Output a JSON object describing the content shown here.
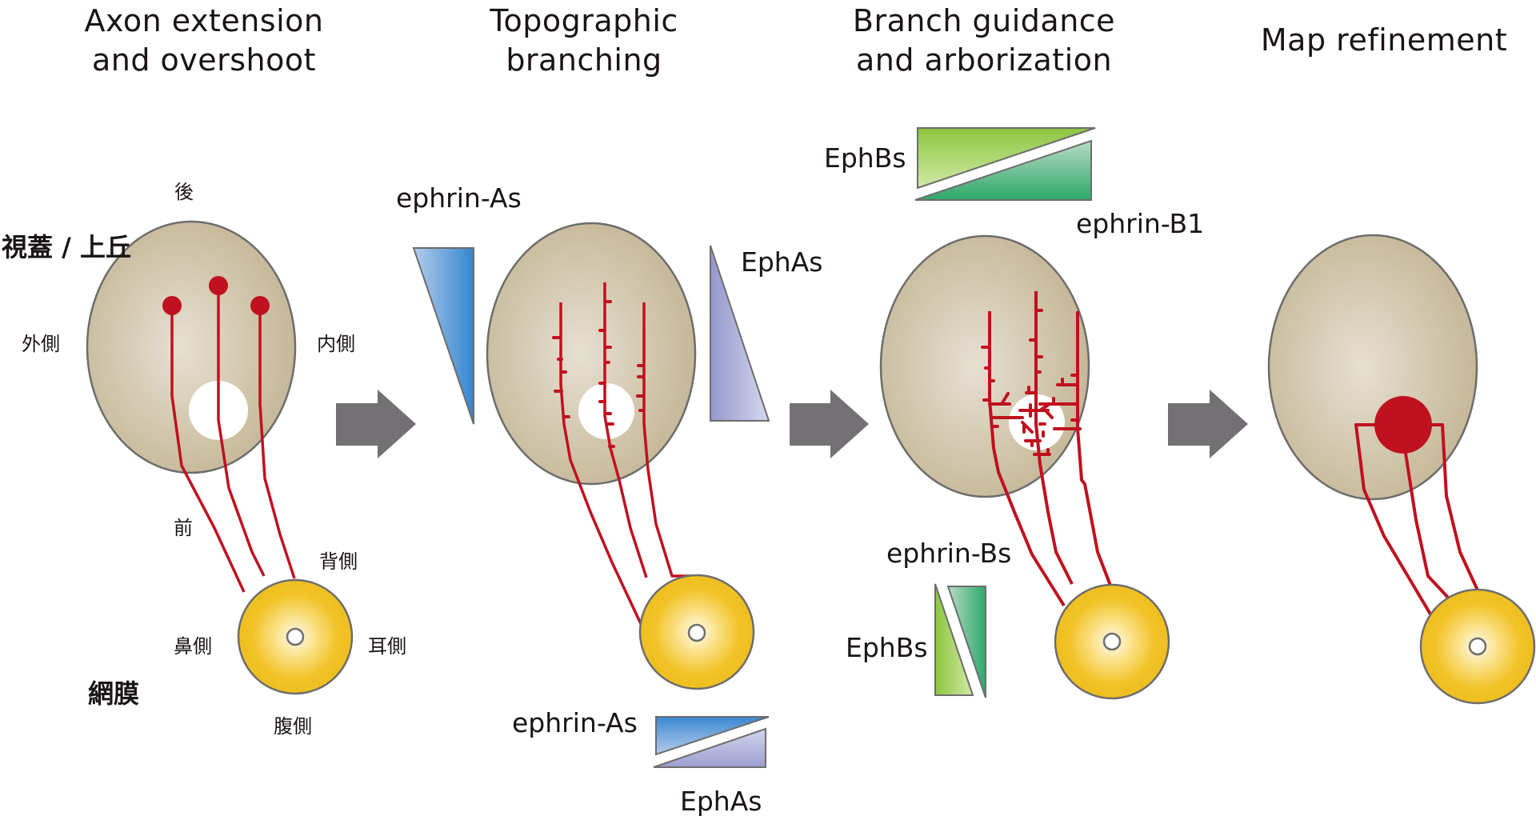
{
  "panels": [
    {
      "id": "axon-extension",
      "title": "Axon extension\nand overshoot"
    },
    {
      "id": "topographic-branching",
      "title": "Topographic\nbranching"
    },
    {
      "id": "branch-guidance",
      "title": "Branch guidance\nand arborization"
    },
    {
      "id": "map-refinement",
      "title": "Map refinement"
    }
  ],
  "labels": {
    "tectum": "視蓋 / 上丘",
    "retina": "網膜",
    "posterior": "後",
    "anterior": "前",
    "lateral": "外側",
    "medial": "内側",
    "dorsal": "背側",
    "ventral": "腹側",
    "nasal": "鼻側",
    "temporal": "耳側"
  },
  "gradients": {
    "p2_tectum_ligand": "ephrin-As",
    "p2_tectum_receptor": "EphAs",
    "p2_retina_ligand": "ephrin-As",
    "p2_retina_receptor": "EphAs",
    "p3_tectum_receptor": "EphBs",
    "p3_tectum_ligand": "ephrin-B1",
    "p3_retina_ligand": "ephrin-Bs",
    "p3_retina_receptor": "EphBs"
  },
  "colors": {
    "axon": "#c0111f",
    "tectum_fill_outer": "#c8bb9c",
    "tectum_fill_inner": "#e6e0d2",
    "retina_outer": "#f0c020",
    "retina_inner": "#fff8e0",
    "arrow": "#737173",
    "outline": "#6d6d6d",
    "ephrinA_dark": "#3a88d0",
    "ephrinA_light": "#a8c4e8",
    "EphA_dark": "#9b9dd0",
    "EphA_light": "#d4d6ee",
    "EphB_light": "#cfe6a0",
    "EphB_dark": "#8cc63f",
    "ephrinB_light": "#b3dcc0",
    "ephrinB_dark": "#2ea86a"
  }
}
